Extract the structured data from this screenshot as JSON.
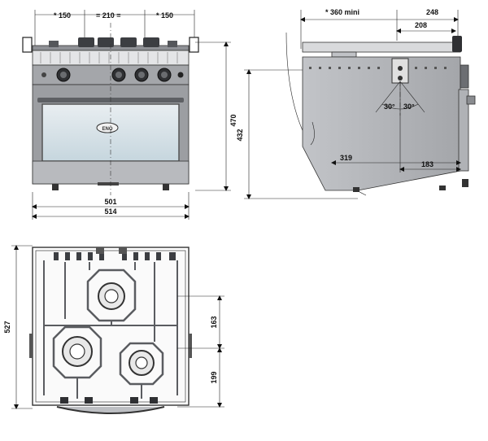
{
  "front_view": {
    "dims": {
      "left_burner": "* 150",
      "center_burner": "= 210 =",
      "right_burner": "* 150",
      "inner_width": "501",
      "outer_width": "514",
      "height": "470"
    },
    "door_logo": "ENO"
  },
  "side_view": {
    "dims": {
      "clearance": "* 360 mini",
      "depth_top": "248",
      "depth_inner": "208",
      "height": "432",
      "lower_depth": "319",
      "pivot_depth": "183"
    },
    "angles": [
      "30°",
      "30°"
    ]
  },
  "top_view": {
    "dims": {
      "depth": "527",
      "burner_spacing_upper": "163",
      "burner_spacing_lower": "199"
    }
  },
  "colors": {
    "steel": "#9c9ea2",
    "steel_light": "#c9cbcf",
    "dark": "#2f3033",
    "glass": "#d4e3ea",
    "grate": "#5a5c60"
  }
}
